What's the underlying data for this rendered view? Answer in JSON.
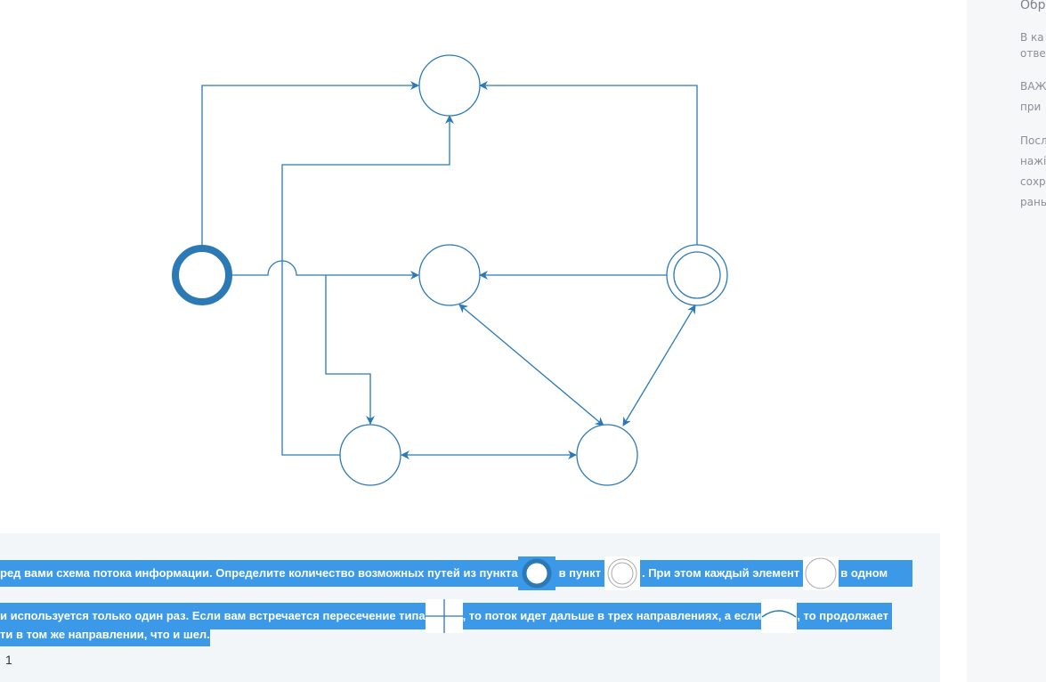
{
  "question": {
    "line1": {
      "part1": "ред вами схема потока информации. Определите количество возможных путей из пункта",
      "part2": "в пункт",
      "part3": ". При этом каждый элемент",
      "part4": "в одном"
    },
    "line2": {
      "part1": "и используется только один раз. Если вам встречается пересечение типа",
      "part2": ", то поток идет дальше в трех направлениях, а если",
      "part3": ", то продолжает"
    },
    "line3": {
      "part1": "ти в том же направлении, что и шел."
    },
    "answer_value": "1"
  },
  "sidebar": {
    "title": "Обр",
    "p1_line1": "В ка",
    "p1_line2": "отве",
    "p2_line1": "ВАЖ",
    "p2_line2": "при",
    "p3_line1": "Посл",
    "p3_line2": "нажі",
    "p3_line3": "сохр",
    "p3_line4": "раны"
  },
  "colors": {
    "diagram_stroke": "#2b7ab5",
    "highlight": "#3b99e8",
    "panel_bg": "#f2f6f9",
    "sidebar_bg": "#f6f7f9"
  },
  "icons": {
    "start_node": "thick-ring-icon",
    "end_node": "double-ring-icon",
    "element": "circle-icon",
    "crossing": "cross-intersection-icon",
    "bridge": "arc-bridge-icon"
  }
}
